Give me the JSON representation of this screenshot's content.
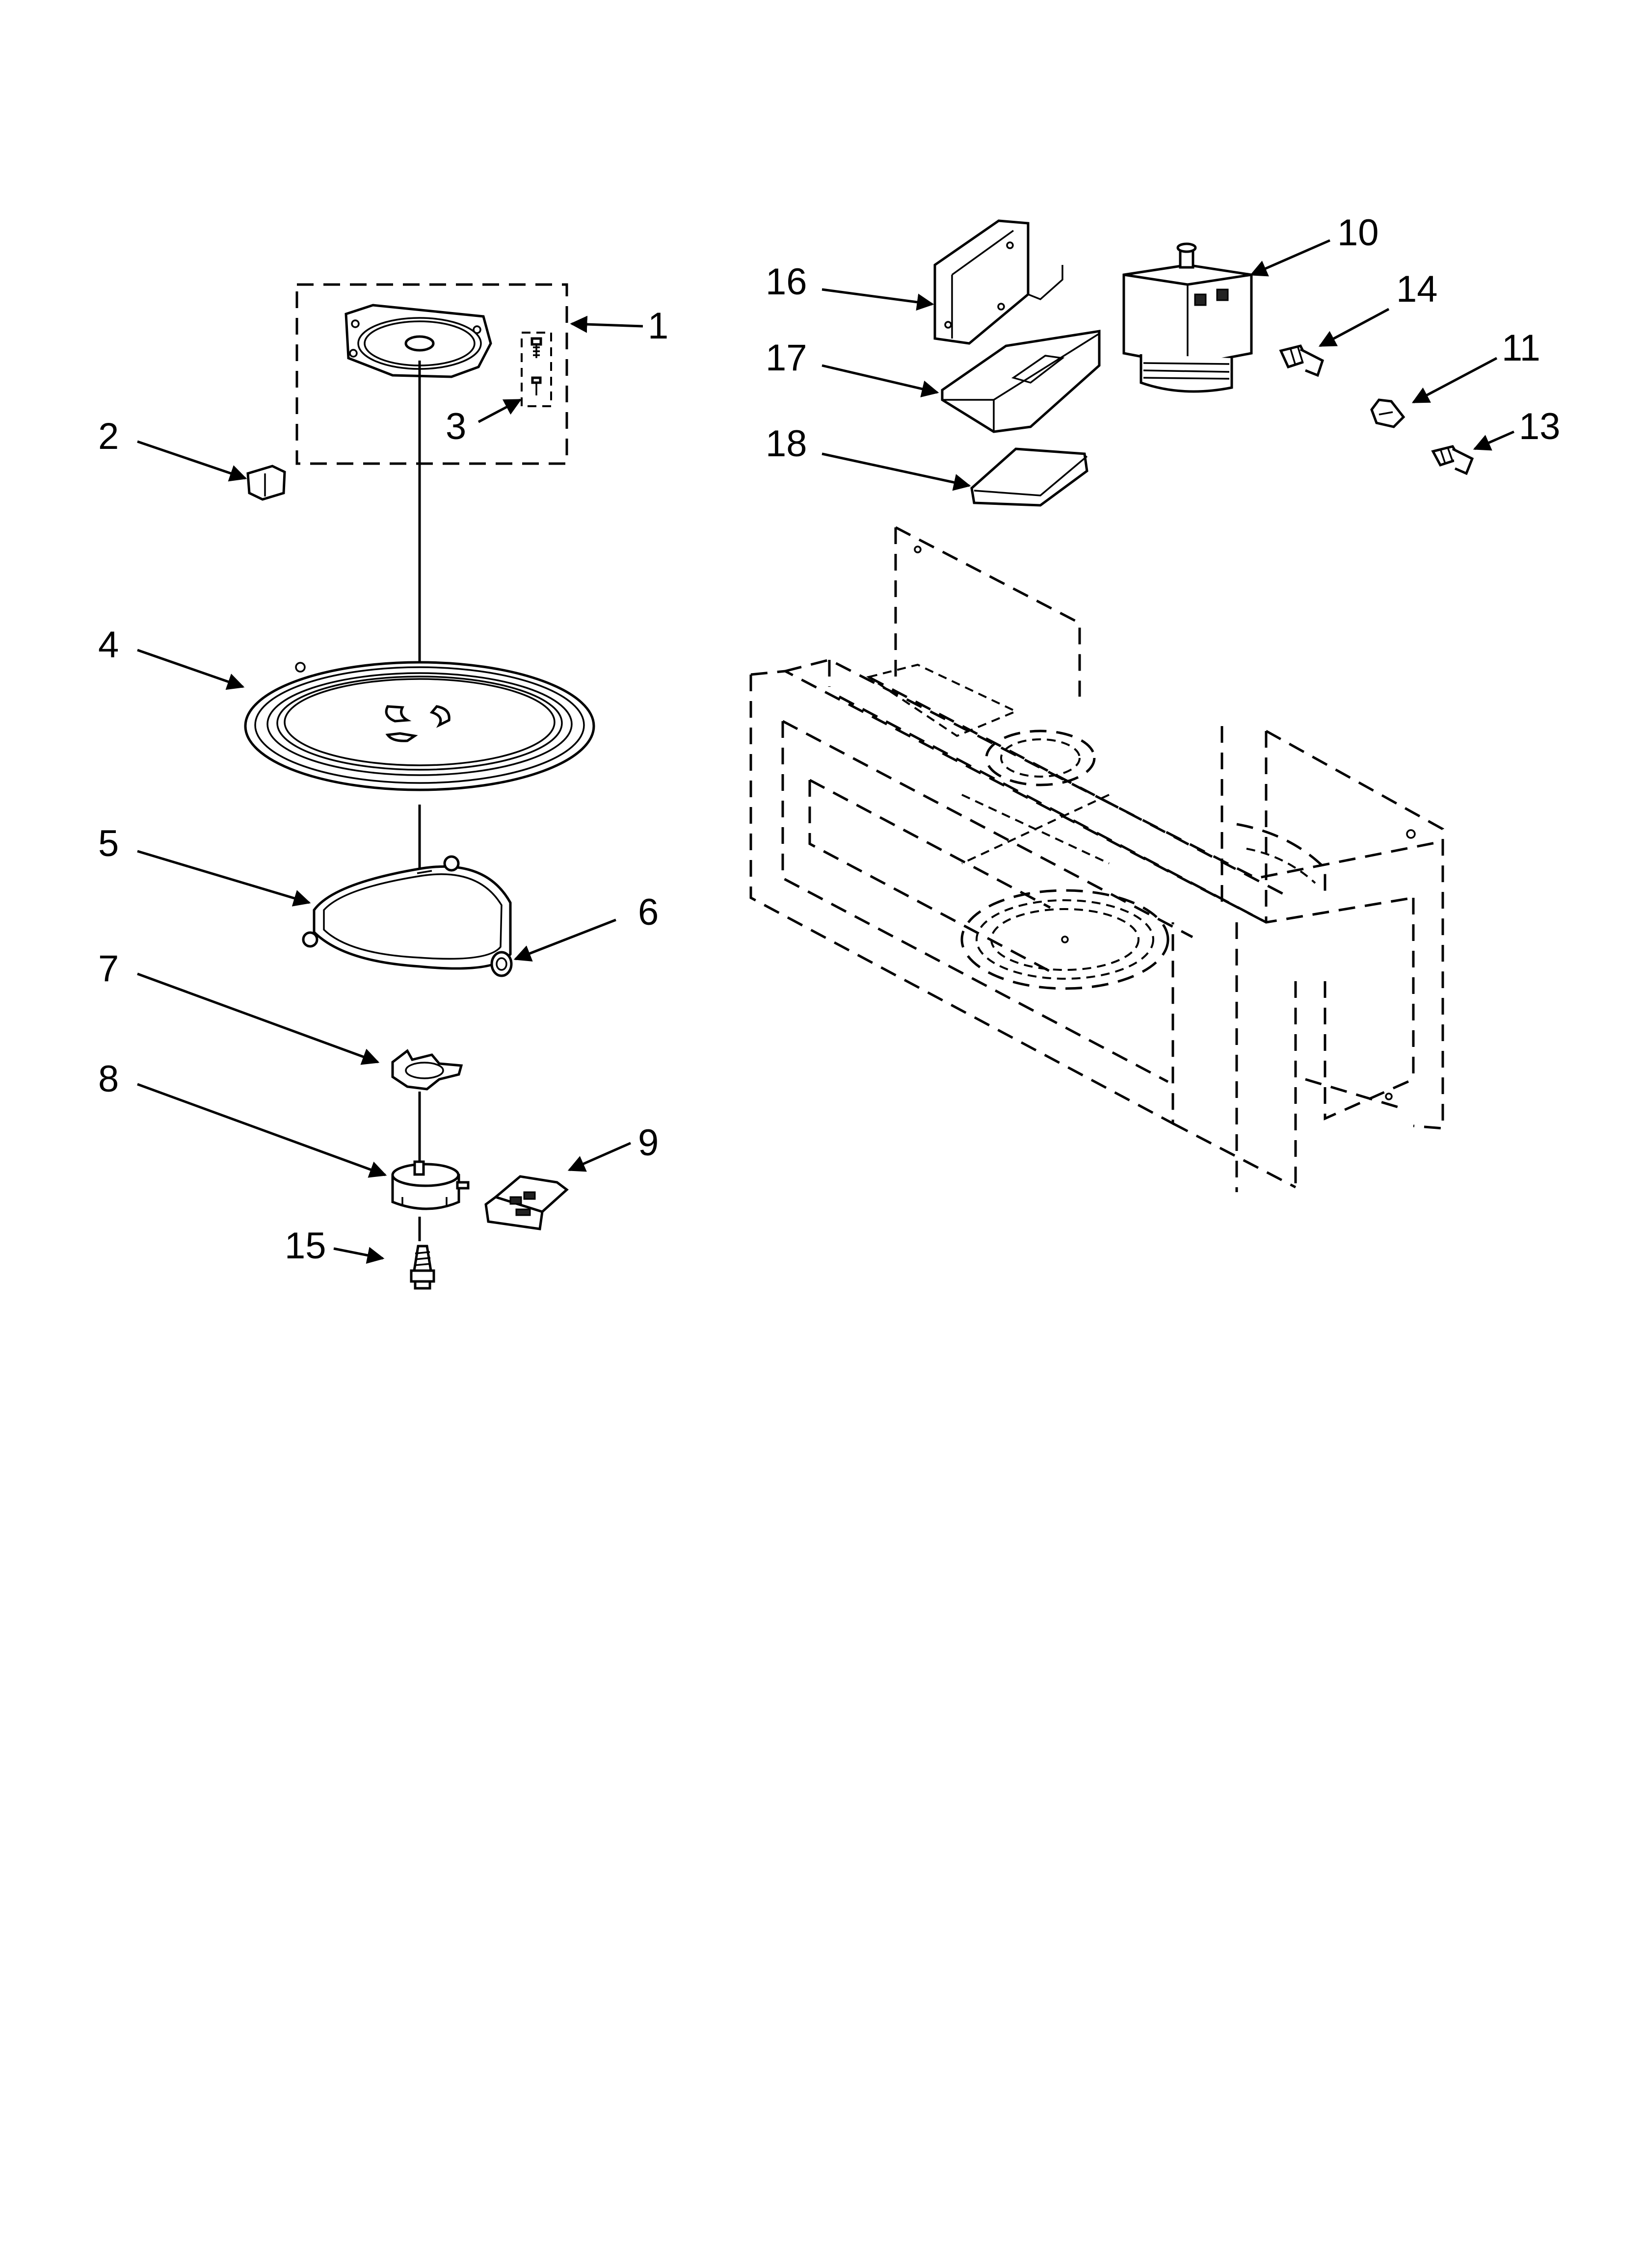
{
  "callouts": {
    "c1": "1",
    "c2": "2",
    "c3": "3",
    "c4": "4",
    "c5": "5",
    "c6": "6",
    "c7": "7",
    "c8": "8",
    "c9": "9",
    "c10": "10",
    "c11": "11",
    "c13": "13",
    "c14": "14",
    "c15": "15",
    "c16": "16",
    "c17": "17",
    "c18": "18"
  }
}
